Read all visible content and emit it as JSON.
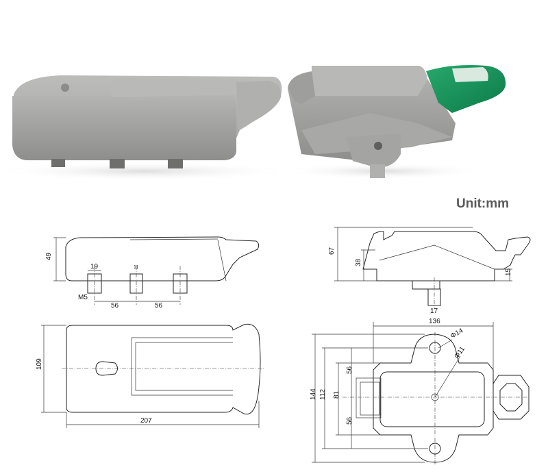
{
  "unit_label": "Unit:mm",
  "colors": {
    "lock_gray": "#a3a3a1",
    "lock_gray_dark": "#8a8a88",
    "handle_green": "#14905a",
    "line": "#222222"
  },
  "side_view": {
    "height": "49",
    "pin_pitch_1": "19",
    "thread": "M5",
    "small_mark": "11",
    "spacing_1": "56",
    "spacing_2": "56"
  },
  "top_view": {
    "width": "109",
    "length": "207"
  },
  "front_view": {
    "height": "67",
    "lower_height": "38",
    "flange": "15",
    "stud": "17"
  },
  "plan_view": {
    "overall_width": "136",
    "hole_large": "Φ14",
    "hole_small": "Φ11",
    "overall_height": "144",
    "inner_height": "112",
    "mid_height": "81",
    "upper_spacing": "56",
    "lower_spacing": "56"
  }
}
